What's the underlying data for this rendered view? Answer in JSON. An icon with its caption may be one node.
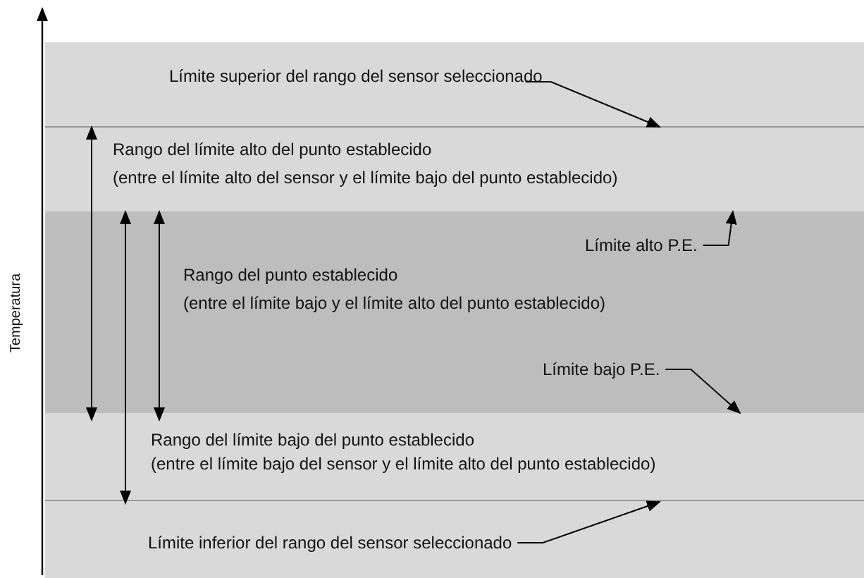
{
  "diagram": {
    "nodes": [
      {
        "text": [
          "Límite superior del rango del sensor seleccionado"
        ]
      },
      {
        "text": [
          "Límite alto P.E."
        ]
      },
      {
        "text": [
          "Límite bajo P.E."
        ]
      },
      {
        "text": [
          "Límite inferior del rango del sensor seleccionado"
        ]
      }
    ],
    "edges": [
      {
        "from": 0,
        "to": null,
        "arrow": "to"
      },
      {
        "from": 1,
        "to": null,
        "arrow": "to"
      },
      {
        "from": 2,
        "to": null,
        "arrow": "to"
      },
      {
        "from": 3,
        "to": null,
        "arrow": "to"
      }
    ],
    "labels": [
      "Temperatura",
      "Rango del límite alto del punto establecido",
      "(entre el límite alto del sensor y el límite bajo del punto establecido)",
      "Rango del punto establecido",
      "(entre el límite bajo y el límite alto del punto establecido)",
      "Rango del límite bajo del punto establecido",
      "(entre el límite bajo del sensor y el límite alto del punto establecido)"
    ]
  }
}
